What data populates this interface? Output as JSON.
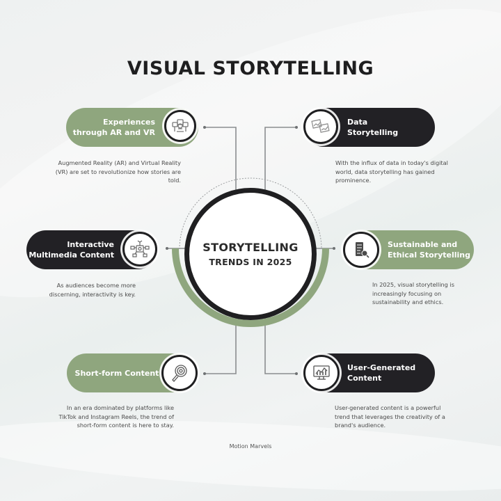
{
  "title": "VISUAL STORYTELLING",
  "center": {
    "line1": "STORYTELLING",
    "line2": "TRENDS IN 2025"
  },
  "colors": {
    "green": "#8fa67e",
    "dark": "#222125",
    "connector": "#8a8d8f"
  },
  "trends": [
    {
      "id": "ar-vr",
      "label": "Experiences\nthrough AR and VR",
      "style": "green",
      "side": "left",
      "icon": "vr-headset-users-icon",
      "description": "Augmented Reality (AR) and Virtual Reality\n(VR) are set to revolutionize how stories are\ntold."
    },
    {
      "id": "data",
      "label": "Data\nStorytelling",
      "style": "dark",
      "side": "right",
      "icon": "data-charts-icon",
      "description": "With the influx of data in today's digital\nworld, data storytelling has gained\nprominence."
    },
    {
      "id": "interactive",
      "label": "Interactive\nMultimedia Content",
      "style": "dark",
      "side": "left",
      "icon": "multimedia-network-icon",
      "description": "As audiences become more\ndiscerning, interactivity is key."
    },
    {
      "id": "sustainable",
      "label": "Sustainable and\nEthical Storytelling",
      "style": "green",
      "side": "right",
      "icon": "document-search-icon",
      "description": "In 2025, visual storytelling is\nincreasingly focusing on\nsustainability and ethics."
    },
    {
      "id": "short-form",
      "label": "Short-form Content",
      "style": "green",
      "side": "left",
      "icon": "magnifier-target-icon",
      "description": "In an era dominated by platforms like\nTikTok and Instagram Reels, the trend of\nshort-form content is here to stay."
    },
    {
      "id": "ugc",
      "label": "User-Generated\nContent",
      "style": "dark",
      "side": "right",
      "icon": "monitor-chart-icon",
      "description": "User-generated content is a powerful\ntrend that leverages the creativity of a\nbrand's audience."
    }
  ],
  "footer": "Motion Marvels"
}
